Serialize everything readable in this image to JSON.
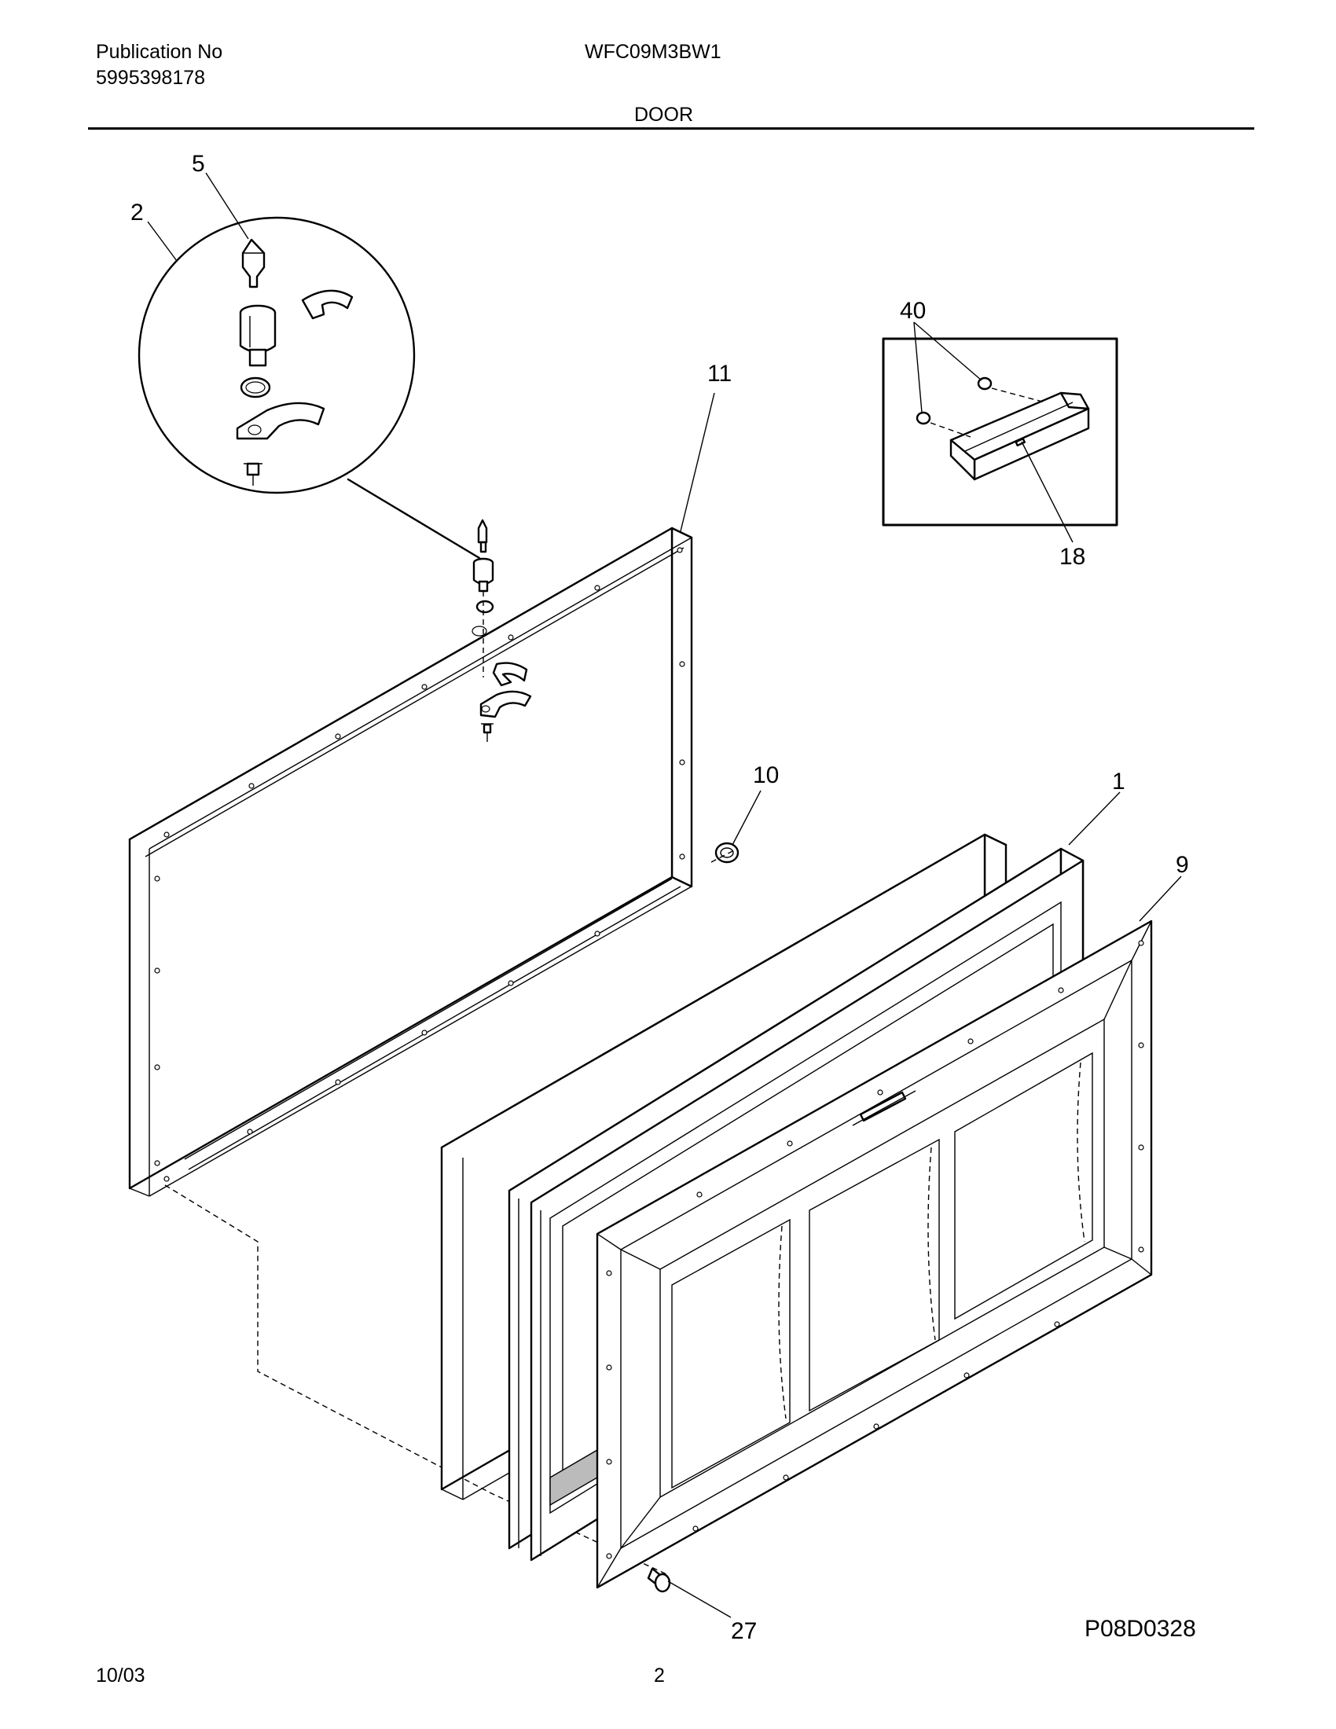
{
  "header": {
    "publication_label": "Publication No",
    "publication_number": "5995398178",
    "model": "WFC09M3BW1",
    "section_title": "DOOR"
  },
  "footer": {
    "date": "10/03",
    "page_number": "2",
    "drawing_code": "P08D0328"
  },
  "callouts": [
    "5",
    "2",
    "40",
    "11",
    "18",
    "10",
    "1",
    "9",
    "27"
  ]
}
